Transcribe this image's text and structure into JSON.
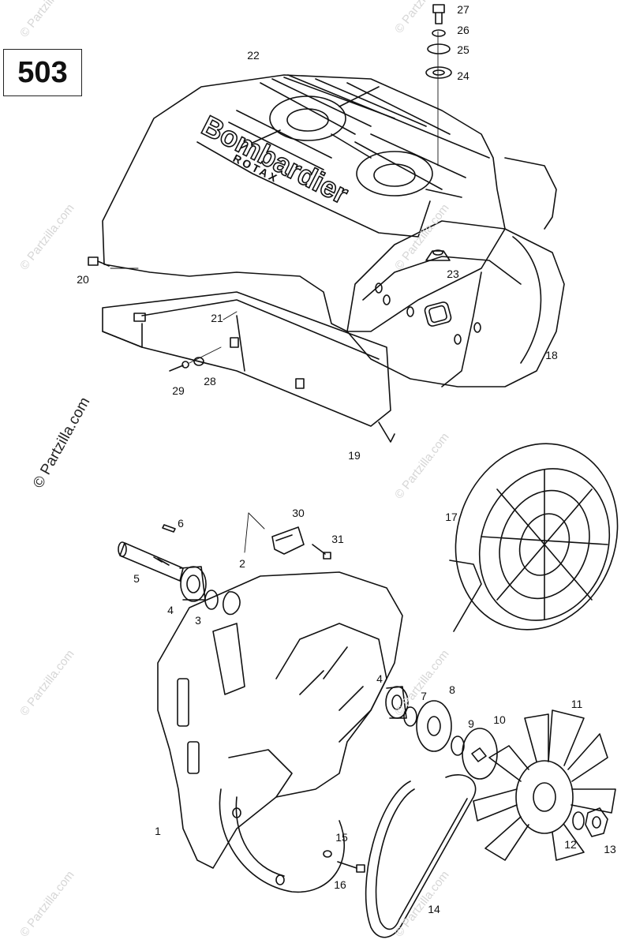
{
  "page_number": "503",
  "brand_text": "Bombardier",
  "brand_subtext": "ROTAX",
  "watermark_text": "© Partzilla.com",
  "callouts": {
    "c1": "1",
    "c2": "2",
    "c3": "3",
    "c4a": "4",
    "c4b": "4",
    "c5": "5",
    "c6": "6",
    "c7": "7",
    "c8": "8",
    "c9": "9",
    "c10": "10",
    "c11": "11",
    "c12": "12",
    "c13": "13",
    "c14": "14",
    "c15": "15",
    "c16": "16",
    "c17": "17",
    "c18": "18",
    "c19": "19",
    "c20": "20",
    "c21": "21",
    "c22": "22",
    "c23": "23",
    "c24": "24",
    "c25": "25",
    "c26": "26",
    "c27": "27",
    "c28": "28",
    "c29": "29",
    "c30": "30",
    "c31": "31"
  },
  "colors": {
    "line": "#111111",
    "watermark": "#d6d6d6",
    "background": "#ffffff"
  }
}
